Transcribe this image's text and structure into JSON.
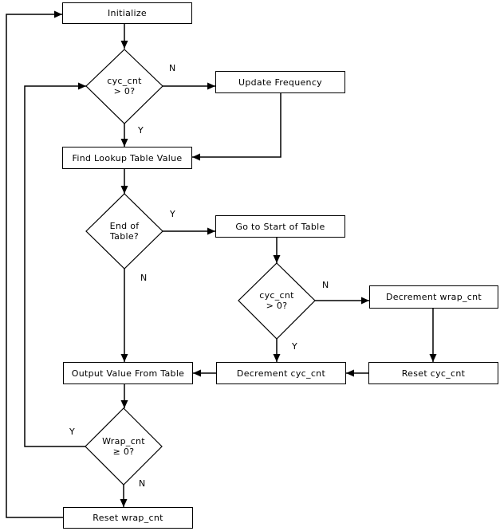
{
  "diagram": {
    "background_color": "#ffffff",
    "line_color": "#000000",
    "nodes": {
      "initialize": "Initialize",
      "update_frequency": "Update Frequency",
      "find_lookup_table_value": "Find Lookup Table Value",
      "go_to_start_of_table": "Go to Start of Table",
      "decrement_wrap_cnt": "Decrement wrap_cnt",
      "output_value_from_table": "Output Value From Table",
      "decrement_cyc_cnt": "Decrement cyc_cnt",
      "reset_cyc_cnt": "Reset cyc_cnt",
      "reset_wrap_cnt": "Reset wrap_cnt"
    },
    "decisions": {
      "cyc_cnt_check_1": {
        "line1": "cyc_cnt",
        "line2": "> 0?"
      },
      "end_of_table": {
        "line1": "End of",
        "line2": "Table?"
      },
      "cyc_cnt_check_2": {
        "line1": "cyc_cnt",
        "line2": "> 0?"
      },
      "wrap_cnt_check": {
        "line1": "Wrap_cnt",
        "line2": "≥ 0?"
      }
    },
    "branch_labels": {
      "cyc_cnt_1_no": "N",
      "cyc_cnt_1_yes": "Y",
      "end_of_table_yes": "Y",
      "end_of_table_no": "N",
      "cyc_cnt_2_no": "N",
      "cyc_cnt_2_yes": "Y",
      "wrap_cnt_yes": "Y",
      "wrap_cnt_no": "N"
    }
  }
}
